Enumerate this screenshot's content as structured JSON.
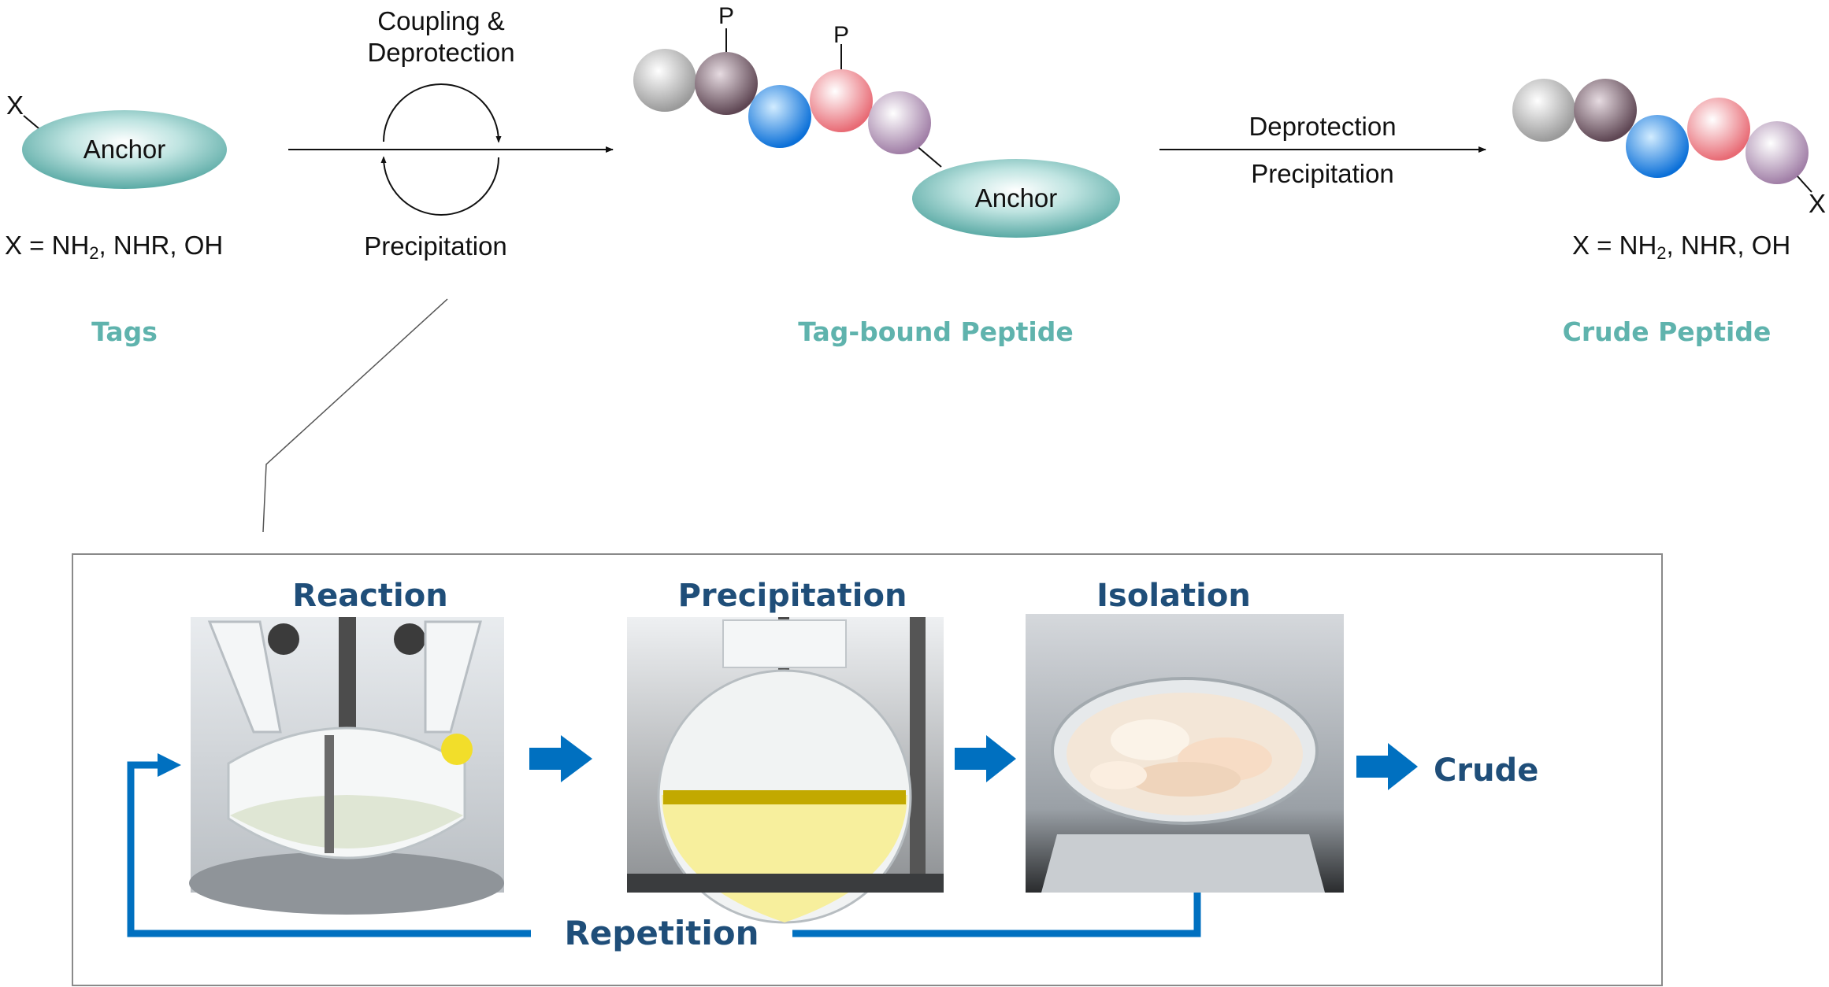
{
  "scheme": {
    "tags": {
      "substituent": "X",
      "anchor_label": "Anchor",
      "formula_main": "X = NH",
      "formula_sub": "2",
      "formula_rest": ", NHR, OH",
      "caption": "Tags"
    },
    "step1": {
      "above_line1": "Coupling &",
      "above_line2": "Deprotection",
      "below": "Precipitation"
    },
    "tag_bound": {
      "protecting_group": "P",
      "anchor_label": "Anchor",
      "caption": "Tag-bound Peptide"
    },
    "step2": {
      "above": "Deprotection",
      "below": "Precipitation"
    },
    "crude": {
      "substituent": "X",
      "formula_main": "X = NH",
      "formula_sub": "2",
      "formula_rest": ", NHR, OH",
      "caption": "Crude Peptide"
    }
  },
  "workflow": {
    "reaction": "Reaction",
    "precipitation": "Precipitation",
    "isolation": "Isolation",
    "crude": "Crude",
    "repetition": "Repetition"
  },
  "colors": {
    "caption_teal": "#5fb3ad",
    "heading_navy": "#1f4e79",
    "arrow_blue": "#0070c0",
    "anchor_teal": "#7cc5c0"
  }
}
